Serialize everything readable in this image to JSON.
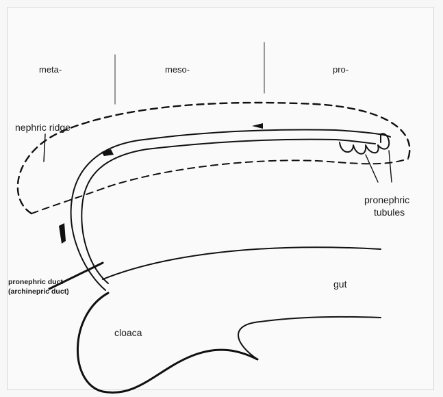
{
  "labels": {
    "meta": "meta-",
    "meso": "meso-",
    "pro": "pro-",
    "nephric_ridge": "nephric ridge",
    "pronephric_tubules_1": "pronephric",
    "pronephric_tubules_2": "tubules",
    "pronephric_duct_1": "pronephric duct",
    "pronephric_duct_2": "(archinepric duct)",
    "gut": "gut",
    "cloaca": "cloaca"
  },
  "colors": {
    "ink": "#111111",
    "background": "#fafafa",
    "divider": "#555555"
  }
}
